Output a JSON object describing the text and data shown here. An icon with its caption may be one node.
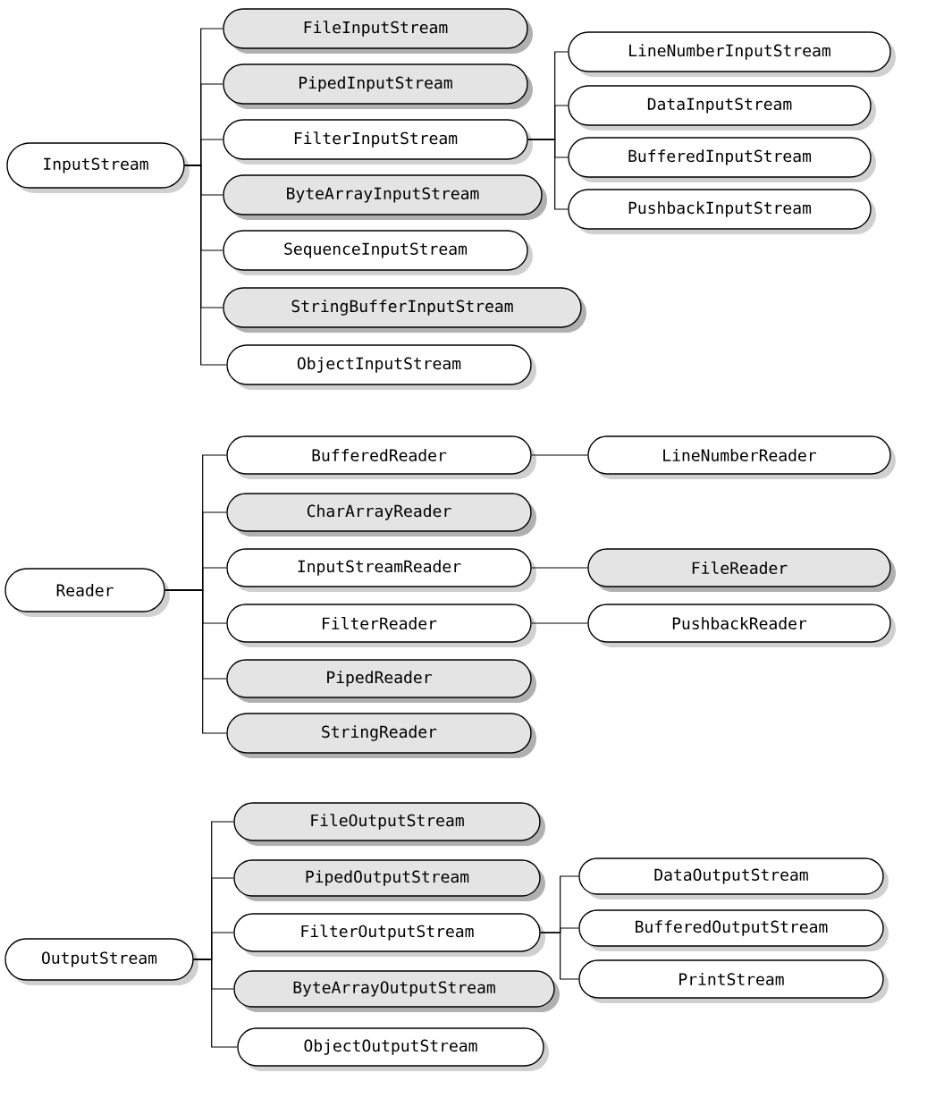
{
  "diagram": {
    "nodes": [
      {
        "text": [
          "InputStream"
        ]
      },
      {
        "text": [
          "FileInputStream"
        ]
      },
      {
        "text": [
          "PipedInputStream"
        ]
      },
      {
        "text": [
          "FilterInputStream"
        ]
      },
      {
        "text": [
          "ByteArrayInputStream"
        ]
      },
      {
        "text": [
          "SequenceInputStream"
        ]
      },
      {
        "text": [
          "StringBufferInputStream"
        ]
      },
      {
        "text": [
          "ObjectInputStream"
        ]
      },
      {
        "text": [
          "LineNumberInputStream"
        ]
      },
      {
        "text": [
          "DataInputStream"
        ]
      },
      {
        "text": [
          "BufferedInputStream"
        ]
      },
      {
        "text": [
          "PushbackInputStream"
        ]
      },
      {
        "text": [
          "Reader"
        ]
      },
      {
        "text": [
          "BufferedReader"
        ]
      },
      {
        "text": [
          "CharArrayReader"
        ]
      },
      {
        "text": [
          "InputStreamReader"
        ]
      },
      {
        "text": [
          "FilterReader"
        ]
      },
      {
        "text": [
          "PipedReader"
        ]
      },
      {
        "text": [
          "StringReader"
        ]
      },
      {
        "text": [
          "LineNumberReader"
        ]
      },
      {
        "text": [
          "FileReader"
        ]
      },
      {
        "text": [
          "PushbackReader"
        ]
      },
      {
        "text": [
          "OutputStream"
        ]
      },
      {
        "text": [
          "FileOutputStream"
        ]
      },
      {
        "text": [
          "PipedOutputStream"
        ]
      },
      {
        "text": [
          "FilterOutputStream"
        ]
      },
      {
        "text": [
          "ByteArrayOutputStream"
        ]
      },
      {
        "text": [
          "ObjectOutputStream"
        ]
      },
      {
        "text": [
          "DataOutputStream"
        ]
      },
      {
        "text": [
          "BufferedOutputStream"
        ]
      },
      {
        "text": [
          "PrintStream"
        ]
      }
    ],
    "edges": [
      {
        "from": 0,
        "to": 1,
        "arrow": "none"
      },
      {
        "from": 0,
        "to": 2,
        "arrow": "none"
      },
      {
        "from": 0,
        "to": 3,
        "arrow": "none"
      },
      {
        "from": 0,
        "to": 4,
        "arrow": "none"
      },
      {
        "from": 0,
        "to": 5,
        "arrow": "none"
      },
      {
        "from": 0,
        "to": 6,
        "arrow": "none"
      },
      {
        "from": 0,
        "to": 7,
        "arrow": "none"
      },
      {
        "from": 3,
        "to": 8,
        "arrow": "none"
      },
      {
        "from": 3,
        "to": 9,
        "arrow": "none"
      },
      {
        "from": 3,
        "to": 10,
        "arrow": "none"
      },
      {
        "from": 3,
        "to": 11,
        "arrow": "none"
      },
      {
        "from": 12,
        "to": 13,
        "arrow": "none"
      },
      {
        "from": 12,
        "to": 14,
        "arrow": "none"
      },
      {
        "from": 12,
        "to": 15,
        "arrow": "none"
      },
      {
        "from": 12,
        "to": 16,
        "arrow": "none"
      },
      {
        "from": 12,
        "to": 17,
        "arrow": "none"
      },
      {
        "from": 12,
        "to": 18,
        "arrow": "none"
      },
      {
        "from": 13,
        "to": 19,
        "arrow": "none"
      },
      {
        "from": 15,
        "to": 20,
        "arrow": "none"
      },
      {
        "from": 16,
        "to": 21,
        "arrow": "none"
      },
      {
        "from": 22,
        "to": 23,
        "arrow": "none"
      },
      {
        "from": 22,
        "to": 24,
        "arrow": "none"
      },
      {
        "from": 22,
        "to": 25,
        "arrow": "none"
      },
      {
        "from": 22,
        "to": 26,
        "arrow": "none"
      },
      {
        "from": 22,
        "to": 27,
        "arrow": "none"
      },
      {
        "from": 25,
        "to": 28,
        "arrow": "none"
      },
      {
        "from": 25,
        "to": 29,
        "arrow": "none"
      },
      {
        "from": 25,
        "to": 30,
        "arrow": "none"
      }
    ]
  }
}
